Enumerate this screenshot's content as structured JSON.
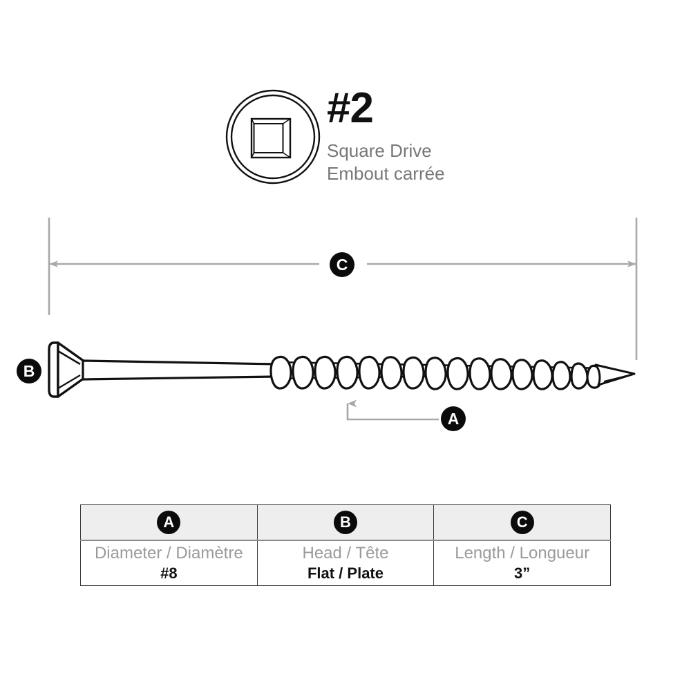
{
  "drive": {
    "icon_name": "square-drive-icon",
    "size": "#2",
    "label_en": "Square Drive",
    "label_fr": "Embout carrée"
  },
  "callouts": {
    "a": "A",
    "b": "B",
    "c": "C"
  },
  "diagram": {
    "product": "wood-screw",
    "head_style": "flat-countersunk",
    "dimension_c_label": "C",
    "dimension_b_label": "B",
    "dimension_a_label": "A"
  },
  "table": {
    "headers": [
      "A",
      "B",
      "C"
    ],
    "columns": [
      {
        "badge": "A",
        "label": "Diameter / Diamètre",
        "value": "#8"
      },
      {
        "badge": "B",
        "label": "Head / Tête",
        "value": "Flat / Plate"
      },
      {
        "badge": "C",
        "label": "Length / Longueur",
        "value": "3”"
      }
    ]
  },
  "colors": {
    "ink": "#111111",
    "muted": "#9a9a9d",
    "dimension_line": "#a8a8a8",
    "header_bg": "#eeeeee",
    "badge_bg": "#0b0b0b"
  }
}
